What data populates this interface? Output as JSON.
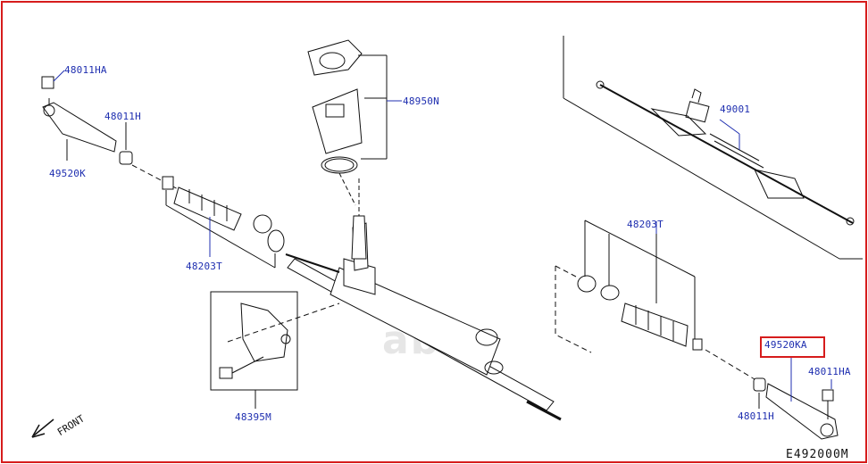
{
  "diagram": {
    "labels": {
      "nut_left": "48011HA",
      "boot_clamp_left": "48011H",
      "tie_rod_end_left": "49520K",
      "grommet": "48950N",
      "boot_kit_left": "48203T",
      "rack_assy": "49001",
      "boot_kit_right": "48203T",
      "tie_rod_end_right": "49520KA",
      "nut_right": "48011HA",
      "boot_clamp_right": "48011H",
      "bracket": "48395M"
    },
    "direction": "FRONT",
    "watermark": "abcp",
    "reference": "E492000M",
    "highlight_color": "#d61c1c",
    "label_color": "#1f2fb0"
  }
}
